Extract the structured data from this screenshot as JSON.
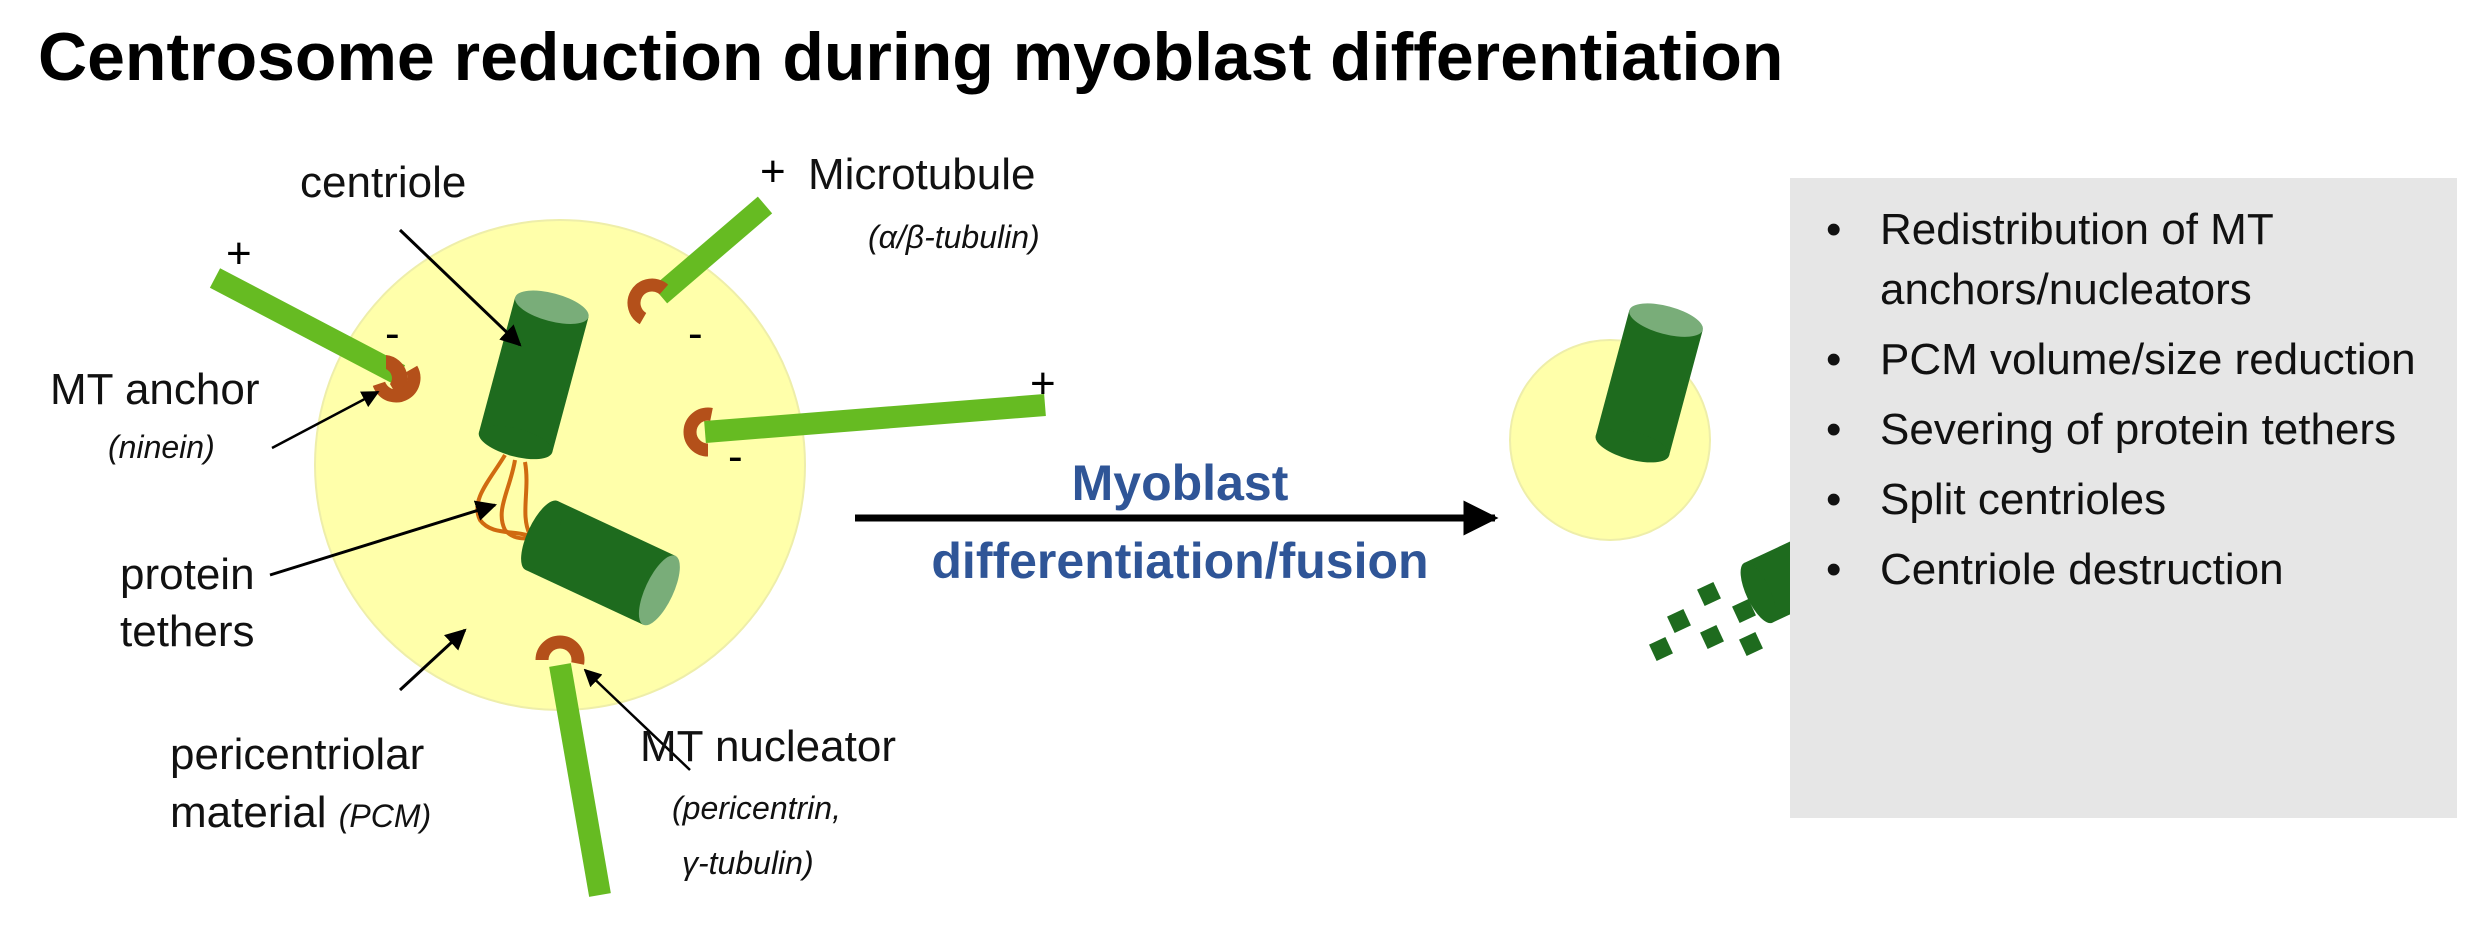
{
  "title": "Centrosome reduction during myoblast differentiation",
  "labels": {
    "centriole": "centriole",
    "microtubule": "Microtubule",
    "microtubule_sub": "(α/β-tubulin)",
    "mt_anchor": "MT anchor",
    "mt_anchor_sub": "(ninein)",
    "protein": "protein",
    "tethers": "tethers",
    "pcm1": "pericentriolar",
    "pcm2": "material",
    "pcm_sub": "(PCM)",
    "nucleator": "MT nucleator",
    "nucleator_sub1": "(pericentrin,",
    "nucleator_sub2": "γ-tubulin)"
  },
  "signs": {
    "plus": "+",
    "minus": "-"
  },
  "arrow": {
    "line1": "Myoblast",
    "line2": "differentiation/fusion"
  },
  "summary": {
    "bullet": "•",
    "items": [
      "Redistribution of MT anchors/nucleators",
      "PCM volume/size reduction",
      "Severing of protein tethers",
      "Split centrioles",
      "Centriole destruction"
    ]
  },
  "colors": {
    "pcm": "#ffffaa",
    "centriole": "#1e6b1e",
    "centriole_top": "#79ad79",
    "microtubule": "#66bb22",
    "anchor": "#b4501a",
    "tether": "#d06a10",
    "arrow_text": "#2f5597",
    "box": "#e6e6e6"
  }
}
